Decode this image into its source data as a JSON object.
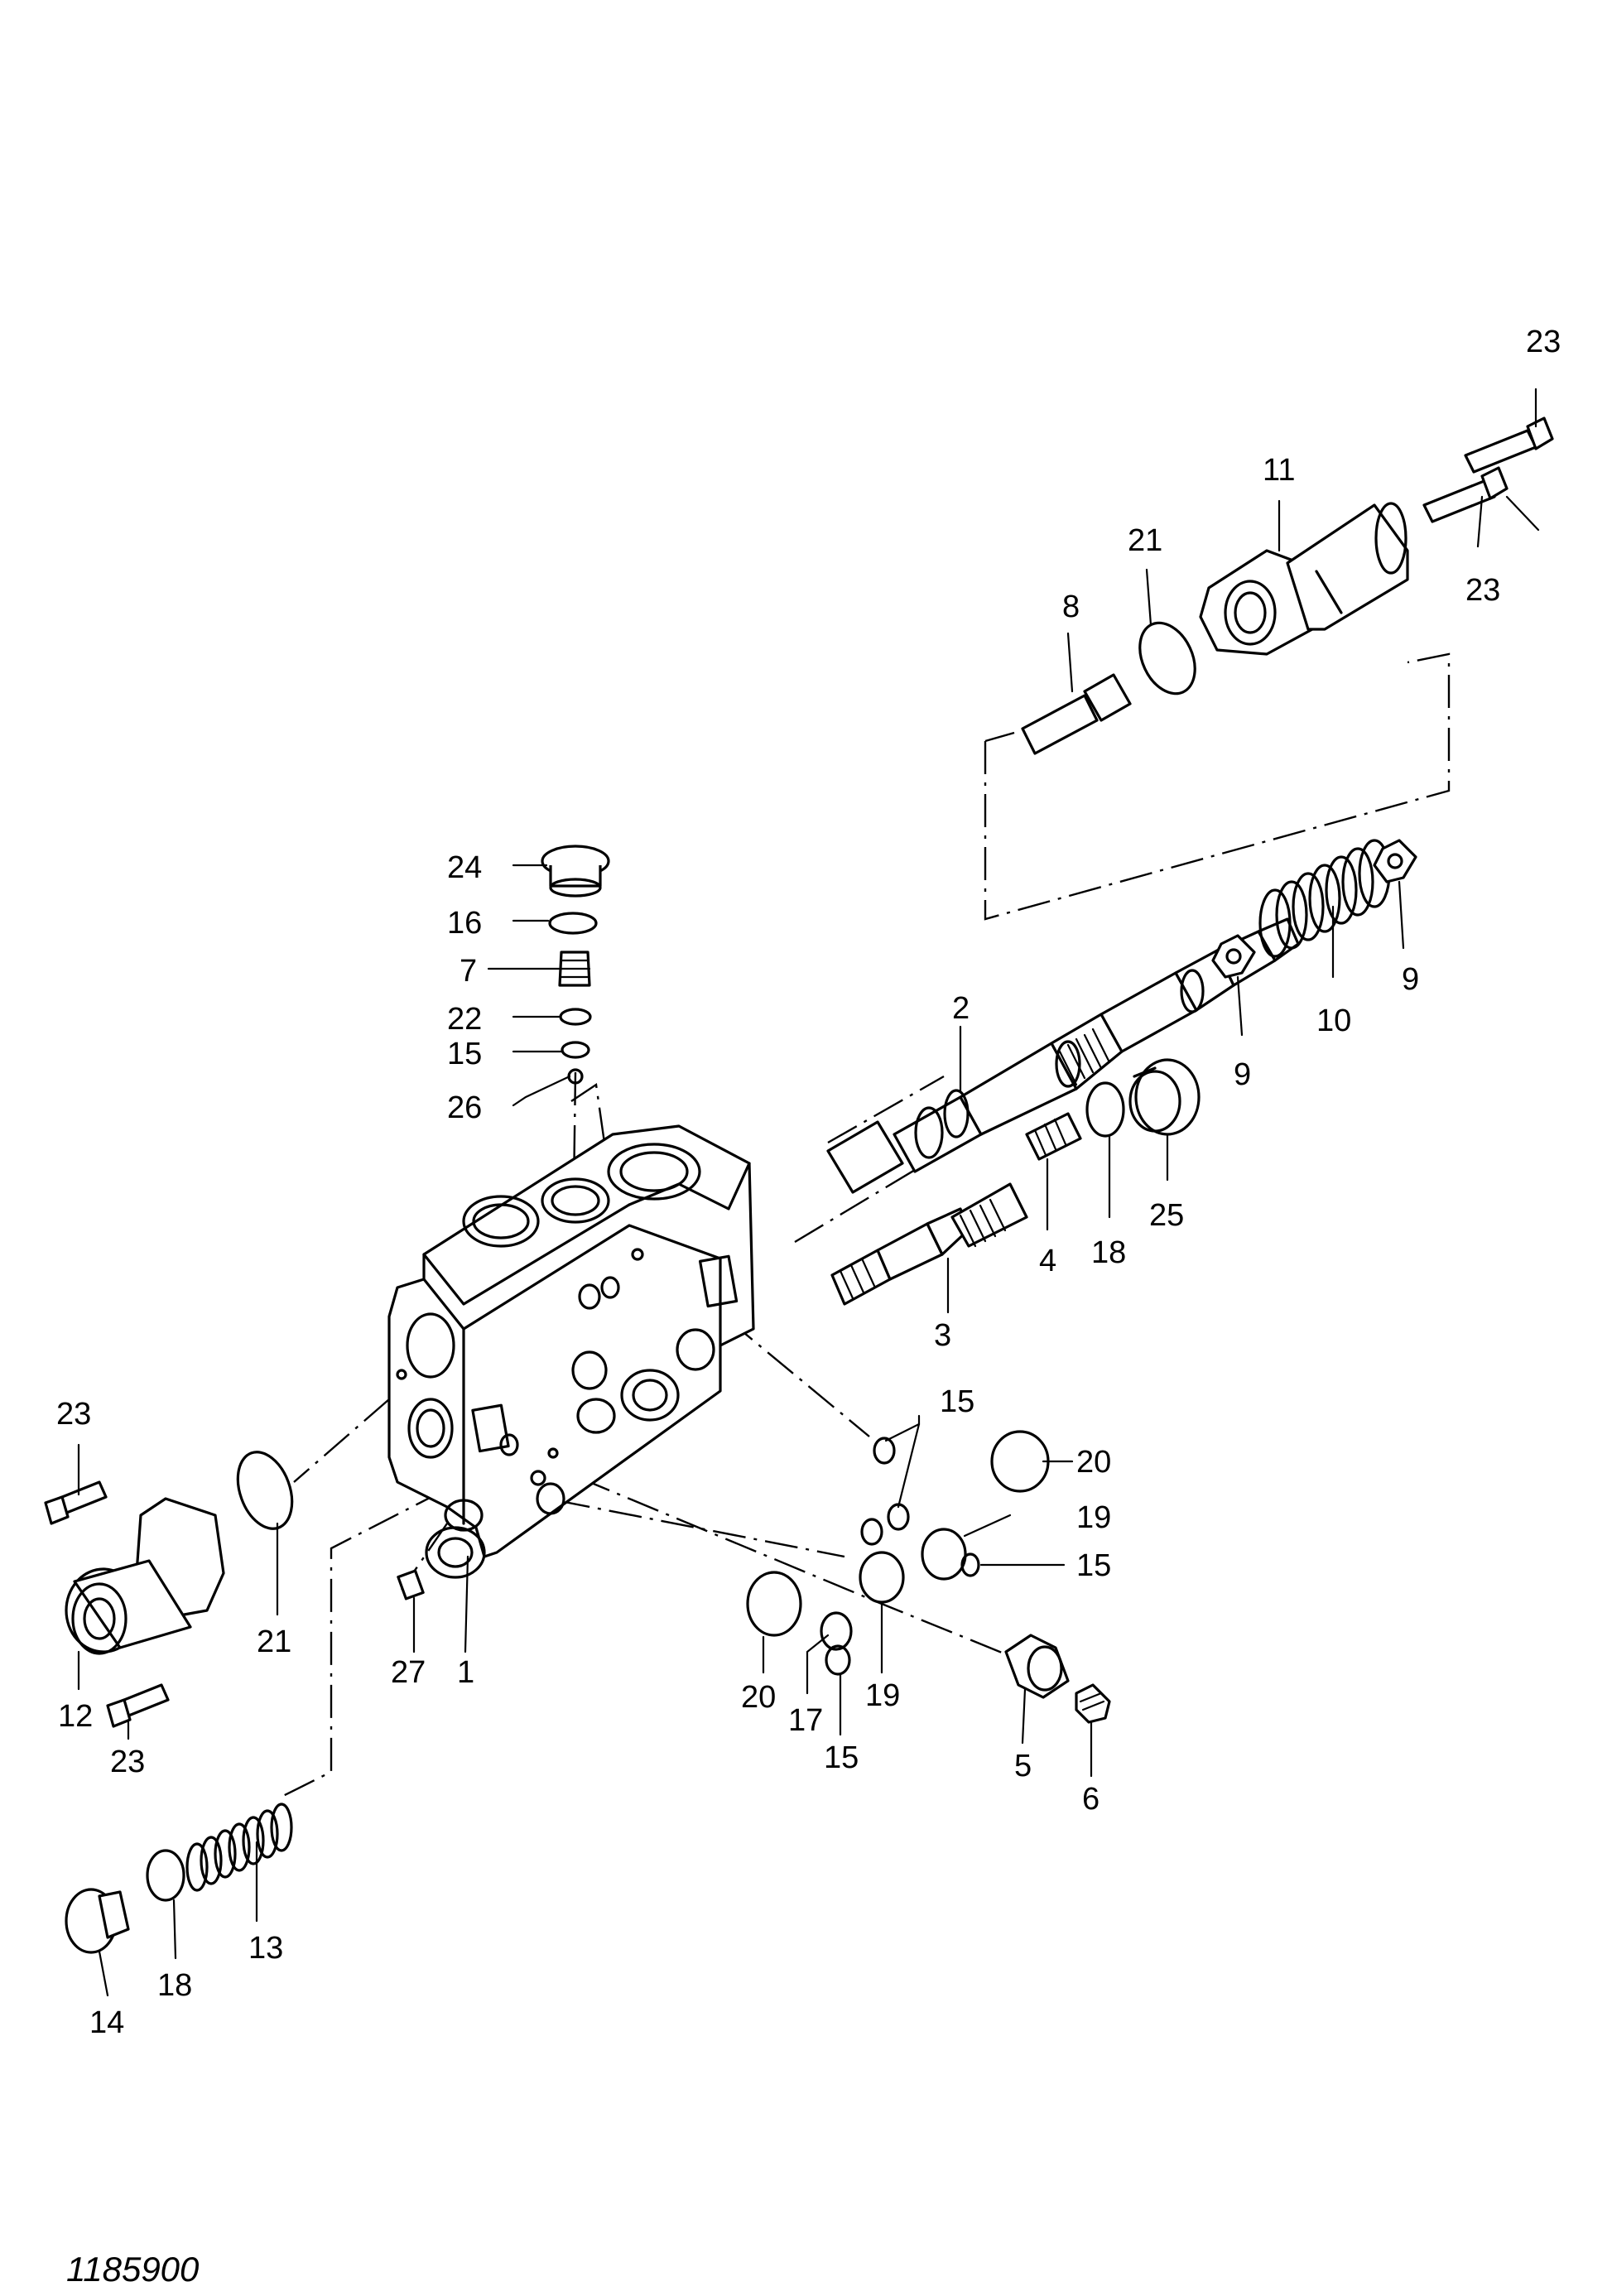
{
  "diagram": {
    "reference_number": "1185900",
    "callouts": {
      "c1": "1",
      "c2": "2",
      "c3": "3",
      "c4": "4",
      "c5": "5",
      "c6": "6",
      "c7": "7",
      "c8": "8",
      "c9a": "9",
      "c9b": "9",
      "c10": "10",
      "c11": "11",
      "c12": "12",
      "c13": "13",
      "c14": "14",
      "c15a": "15",
      "c15b": "15",
      "c15c": "15",
      "c15d": "15",
      "c16": "16",
      "c17": "17",
      "c18a": "18",
      "c18b": "18",
      "c19a": "19",
      "c19b": "19",
      "c20a": "20",
      "c20b": "20",
      "c21a": "21",
      "c21b": "21",
      "c22": "22",
      "c23a": "23",
      "c23b": "23",
      "c23c": "23",
      "c23d": "23",
      "c24": "24",
      "c25": "25",
      "c26": "26",
      "c27": "27"
    }
  }
}
